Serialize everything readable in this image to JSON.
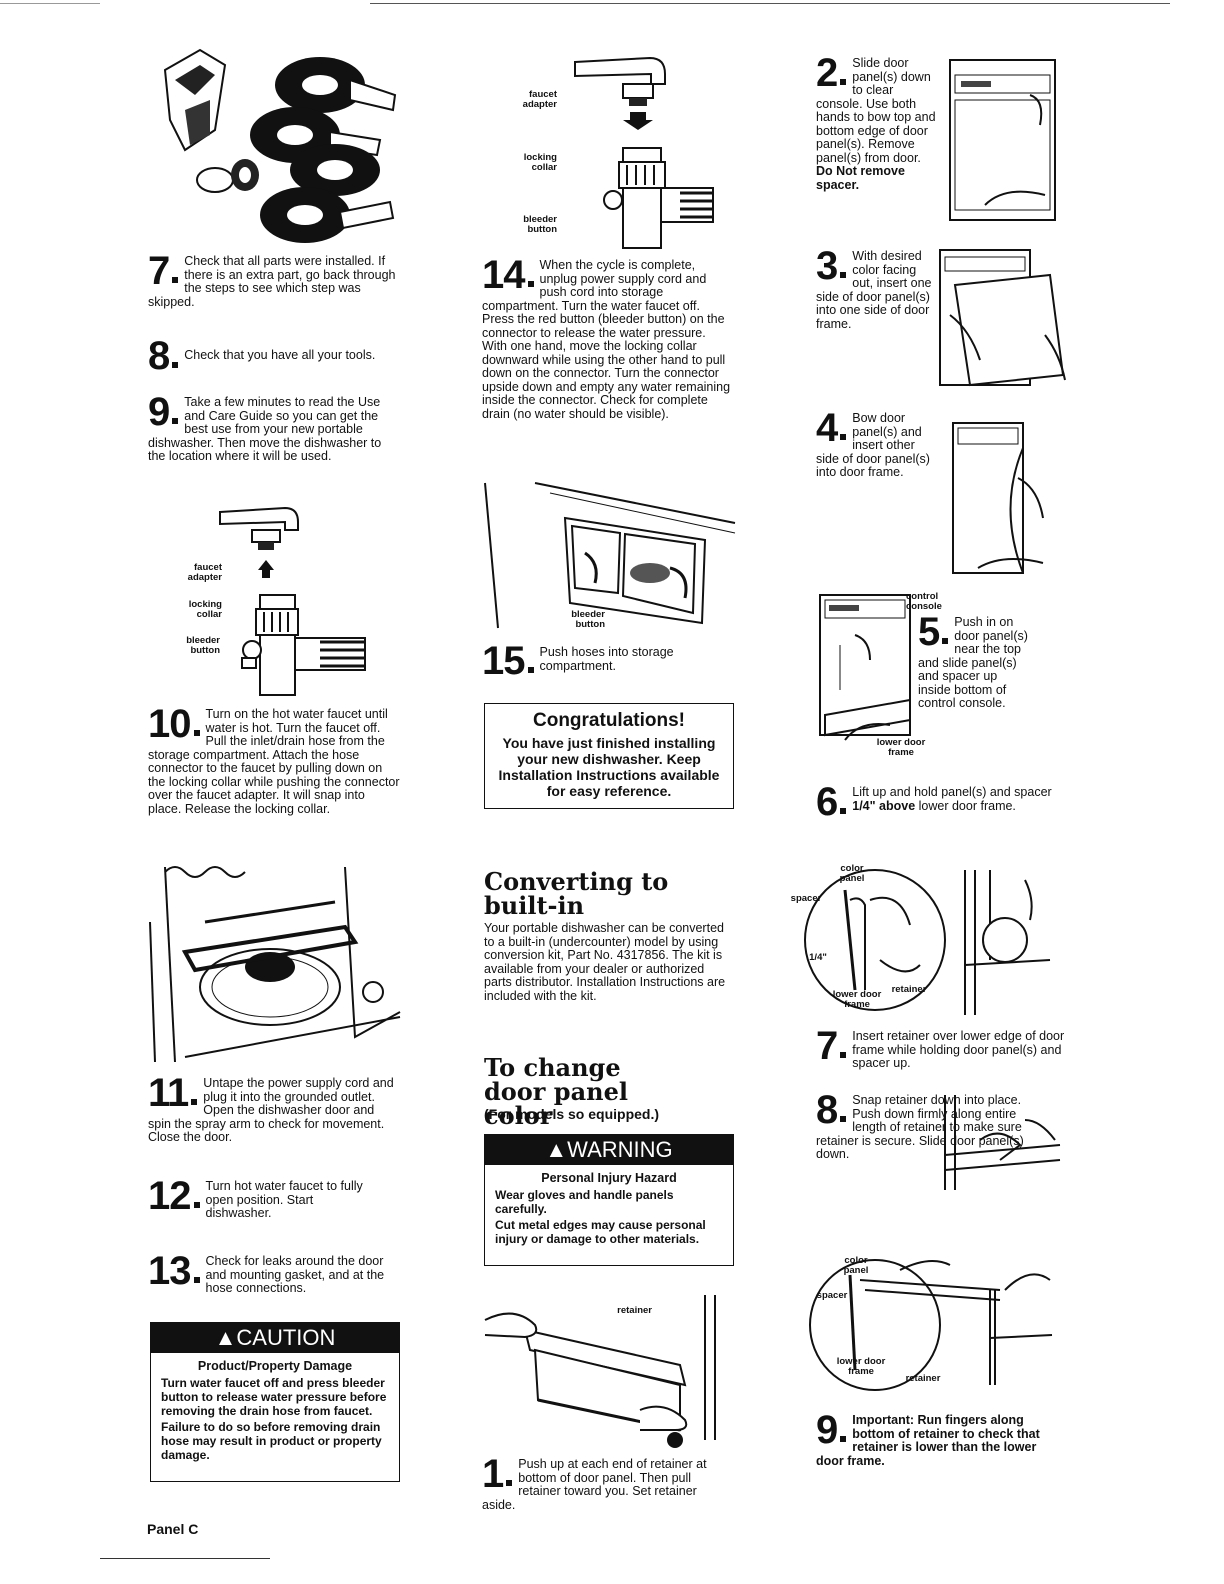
{
  "col1": {
    "step7": {
      "num": "7",
      "text": "Check that all parts were installed. If there is an extra part, go back through the steps to see which step was skipped."
    },
    "step8": {
      "num": "8",
      "text": "Check that you have all your tools."
    },
    "step9": {
      "num": "9",
      "text": "Take a few minutes to read the Use and Care Guide so you can get the best use from your new portable dishwasher. Then move the dishwasher to the location where it will be used."
    },
    "fig_labels": {
      "faucet_adapter": "faucet adapter",
      "locking_collar": "locking collar",
      "bleeder_button": "bleeder button"
    },
    "step10": {
      "num": "10",
      "text": "Turn on the hot water faucet until water is hot. Turn the faucet off. Pull the inlet/drain hose from the storage compartment. Attach the hose connector to the faucet by pulling down on the locking collar while pushing the connector over the faucet adapter. It will snap into place. Release the locking collar."
    },
    "step11": {
      "num": "11",
      "text": "Untape the power supply cord and plug it into the grounded outlet. Open the dishwasher door and spin the spray arm to check for movement. Close the door."
    },
    "step12": {
      "num": "12",
      "text": "Turn hot water faucet to fully open position. Start dishwasher."
    },
    "step13": {
      "num": "13",
      "text": "Check for leaks around the door and mounting gasket, and at the hose connections."
    },
    "caution": {
      "banner": "CAUTION",
      "title": "Product/Property Damage",
      "line1": "Turn water faucet off and press bleeder button to release water pressure before removing the drain hose from faucet.",
      "line2": "Failure to do so before removing drain hose may result in product or property damage."
    },
    "footer": "Panel C"
  },
  "col2": {
    "fig_labels": {
      "faucet_adapter": "faucet adapter",
      "locking_collar": "locking collar",
      "bleeder_button": "bleeder button",
      "bleeder_button2": "bleeder button"
    },
    "step14": {
      "num": "14",
      "text": "When the cycle is complete, unplug power supply cord and push cord into storage compartment. Turn the water faucet off. Press the red button (bleeder button) on the connector to release the water pressure. With one hand, move the locking collar downward while using the other hand to pull down on the connector. Turn the connector upside down and empty any water remaining inside the connector. Check for complete drain (no water should be visible)."
    },
    "step15": {
      "num": "15",
      "text": "Push hoses into storage compartment."
    },
    "congrats": {
      "title": "Congratulations!",
      "body": "You have just finished installing your new dishwasher. Keep Installation Instructions available for easy reference."
    },
    "converting": {
      "title": "Converting to built-in",
      "body": "Your portable dishwasher can be converted to a built-in (undercounter) model by using conversion kit, Part No. 4317856. The kit is available from your dealer or authorized parts distributor. Installation Instructions are included with the kit."
    },
    "change": {
      "title": "To change door panel color",
      "subtitle": "(For models so equipped.)"
    },
    "warning": {
      "banner": "WARNING",
      "title": "Personal Injury Hazard",
      "line1": "Wear gloves and handle panels carefully.",
      "line2": "Cut metal edges may cause personal injury or damage to other materials."
    },
    "retainer_label": "retainer",
    "step1": {
      "num": "1",
      "text": "Push up at each end of retainer at bottom of door panel. Then pull retainer toward you. Set retainer aside."
    }
  },
  "col3": {
    "step2": {
      "num": "2",
      "text": "Slide door panel(s) down to clear console. Use both hands to bow top and bottom edge of door panel(s). Remove panel(s) from door.",
      "bold": "Do Not remove spacer."
    },
    "step3": {
      "num": "3",
      "text": "With desired color facing out, insert one side of door panel(s) into one side of door frame."
    },
    "step4": {
      "num": "4",
      "text": "Bow door panel(s) and insert other side of door panel(s) into door frame."
    },
    "labels5": {
      "control_console": "control console",
      "lower_door_frame": "lower door frame"
    },
    "step5": {
      "num": "5",
      "text": "Push in on door panel(s) near the top and slide panel(s) and spacer up inside bottom of control console."
    },
    "step6": {
      "num": "6",
      "pre": "Lift up and hold panel(s) and spacer",
      "bold": "1/4\" above",
      "post": "lower door frame."
    },
    "labels7": {
      "color_panel": "color panel",
      "spacer": "spacer",
      "quarter": "1/4\"",
      "lower_door_frame": "lower door frame",
      "retainer": "retainer"
    },
    "step7": {
      "num": "7",
      "text": "Insert retainer over lower edge of door frame while holding door panel(s) and spacer up."
    },
    "step8": {
      "num": "8",
      "text": "Snap retainer down into place. Push down firmly along entire length of retainer to make sure retainer is secure. Slide door panel(s) down."
    },
    "labels9": {
      "color_panel": "color panel",
      "spacer": "spacer",
      "lower_door_frame": "lower door frame",
      "retainer": "retainer"
    },
    "step9": {
      "num": "9",
      "text": "Important: Run fingers along bottom of retainer to check that retainer is lower than the lower door frame."
    }
  }
}
